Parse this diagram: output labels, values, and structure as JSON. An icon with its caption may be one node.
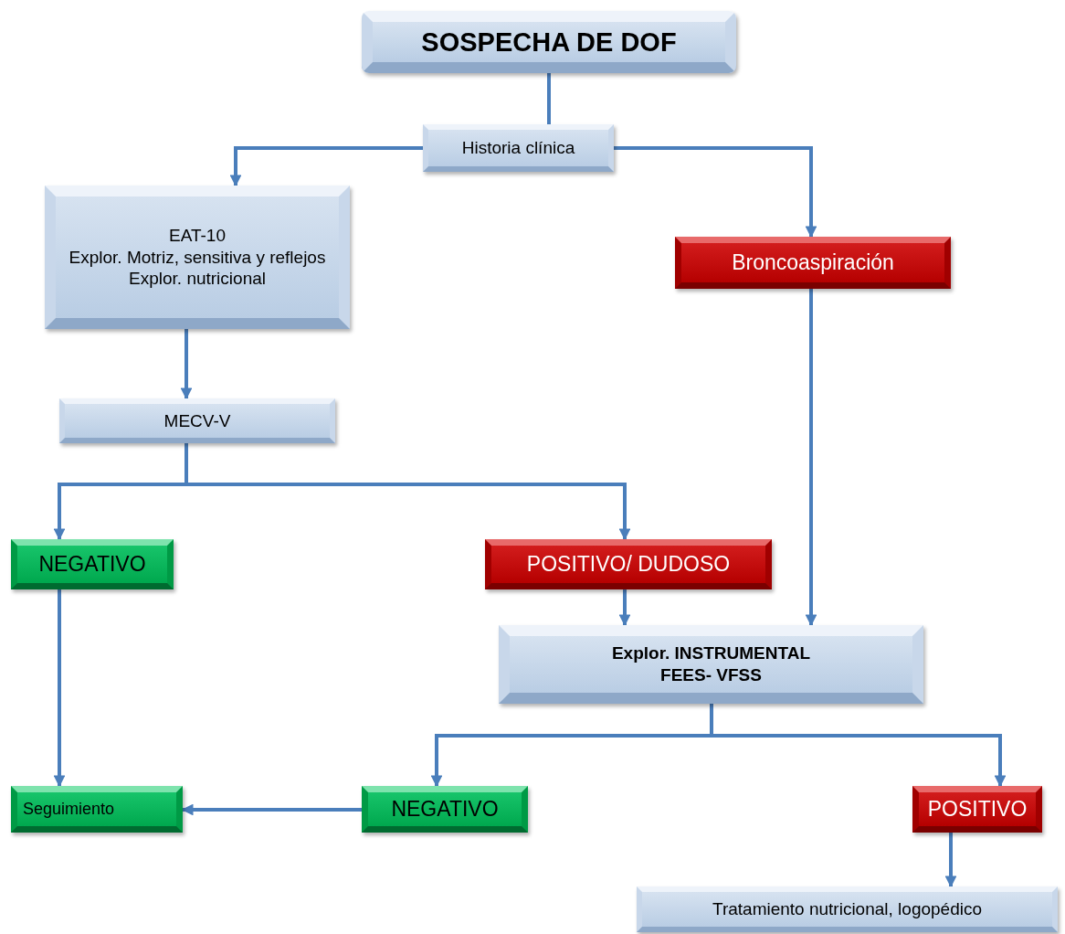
{
  "diagram": {
    "nodes": [
      {
        "text": [
          "SOSPECHA DE DOF"
        ]
      },
      {
        "text": [
          "Historia clínica"
        ]
      },
      {
        "text": [
          "EAT-10",
          "Explor. Motriz, sensitiva y reflejos",
          "Explor. nutricional"
        ]
      },
      {
        "text": [
          "Broncoaspiración"
        ]
      },
      {
        "text": [
          "MECV-V"
        ]
      },
      {
        "text": [
          "NEGATIVO"
        ]
      },
      {
        "text": [
          "POSITIVO/ DUDOSO"
        ]
      },
      {
        "text": [
          "Explor. INSTRUMENTAL",
          "FEES- VFSS"
        ]
      },
      {
        "text": [
          "Seguimiento"
        ]
      },
      {
        "text": [
          "NEGATIVO"
        ]
      },
      {
        "text": [
          "POSITIVO"
        ]
      },
      {
        "text": [
          "Tratamiento nutricional, logopédico"
        ]
      }
    ],
    "edges": [
      {
        "from": 0,
        "to": 1,
        "arrow": "none"
      },
      {
        "from": 1,
        "to": 2,
        "arrow": "to"
      },
      {
        "from": 1,
        "to": 3,
        "arrow": "to"
      },
      {
        "from": 2,
        "to": 4,
        "arrow": "to"
      },
      {
        "from": 4,
        "to": 5,
        "arrow": "to"
      },
      {
        "from": 4,
        "to": 6,
        "arrow": "to"
      },
      {
        "from": 3,
        "to": 7,
        "arrow": "to"
      },
      {
        "from": 6,
        "to": 7,
        "arrow": "to"
      },
      {
        "from": 5,
        "to": 8,
        "arrow": "to"
      },
      {
        "from": 7,
        "to": 9,
        "arrow": "to"
      },
      {
        "from": 7,
        "to": 10,
        "arrow": "to"
      },
      {
        "from": 9,
        "to": 8,
        "arrow": "to"
      },
      {
        "from": 10,
        "to": 11,
        "arrow": "to"
      }
    ]
  }
}
